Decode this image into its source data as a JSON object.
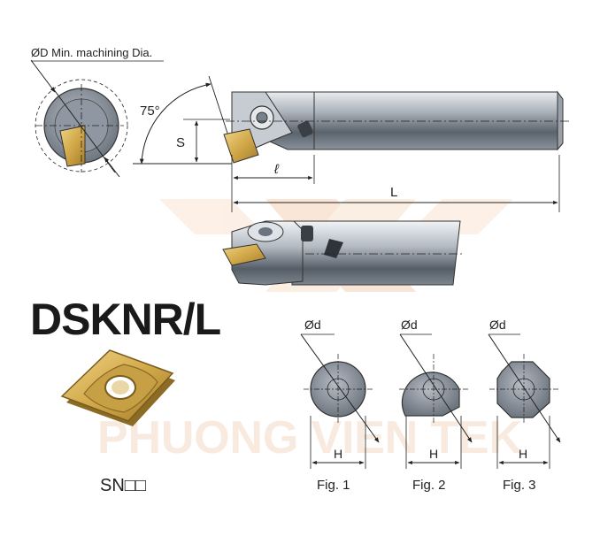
{
  "labels": {
    "min_dia": "ØD Min. machining Dia.",
    "angle": "75°",
    "s": "S",
    "l_small": "ℓ",
    "l_big": "L",
    "product": "DSKNR/L",
    "insert_code": "SN□□",
    "od": "Ød",
    "h": "H",
    "fig1": "Fig. 1",
    "fig2": "Fig. 2",
    "fig3": "Fig. 3",
    "watermark": "PHUONG VIEN TEK"
  },
  "colors": {
    "steel_dark": "#4d5560",
    "steel_mid": "#8c949e",
    "steel_light": "#d3d7dc",
    "gold": "#d6b253",
    "watermark": "#f4d9c4"
  }
}
